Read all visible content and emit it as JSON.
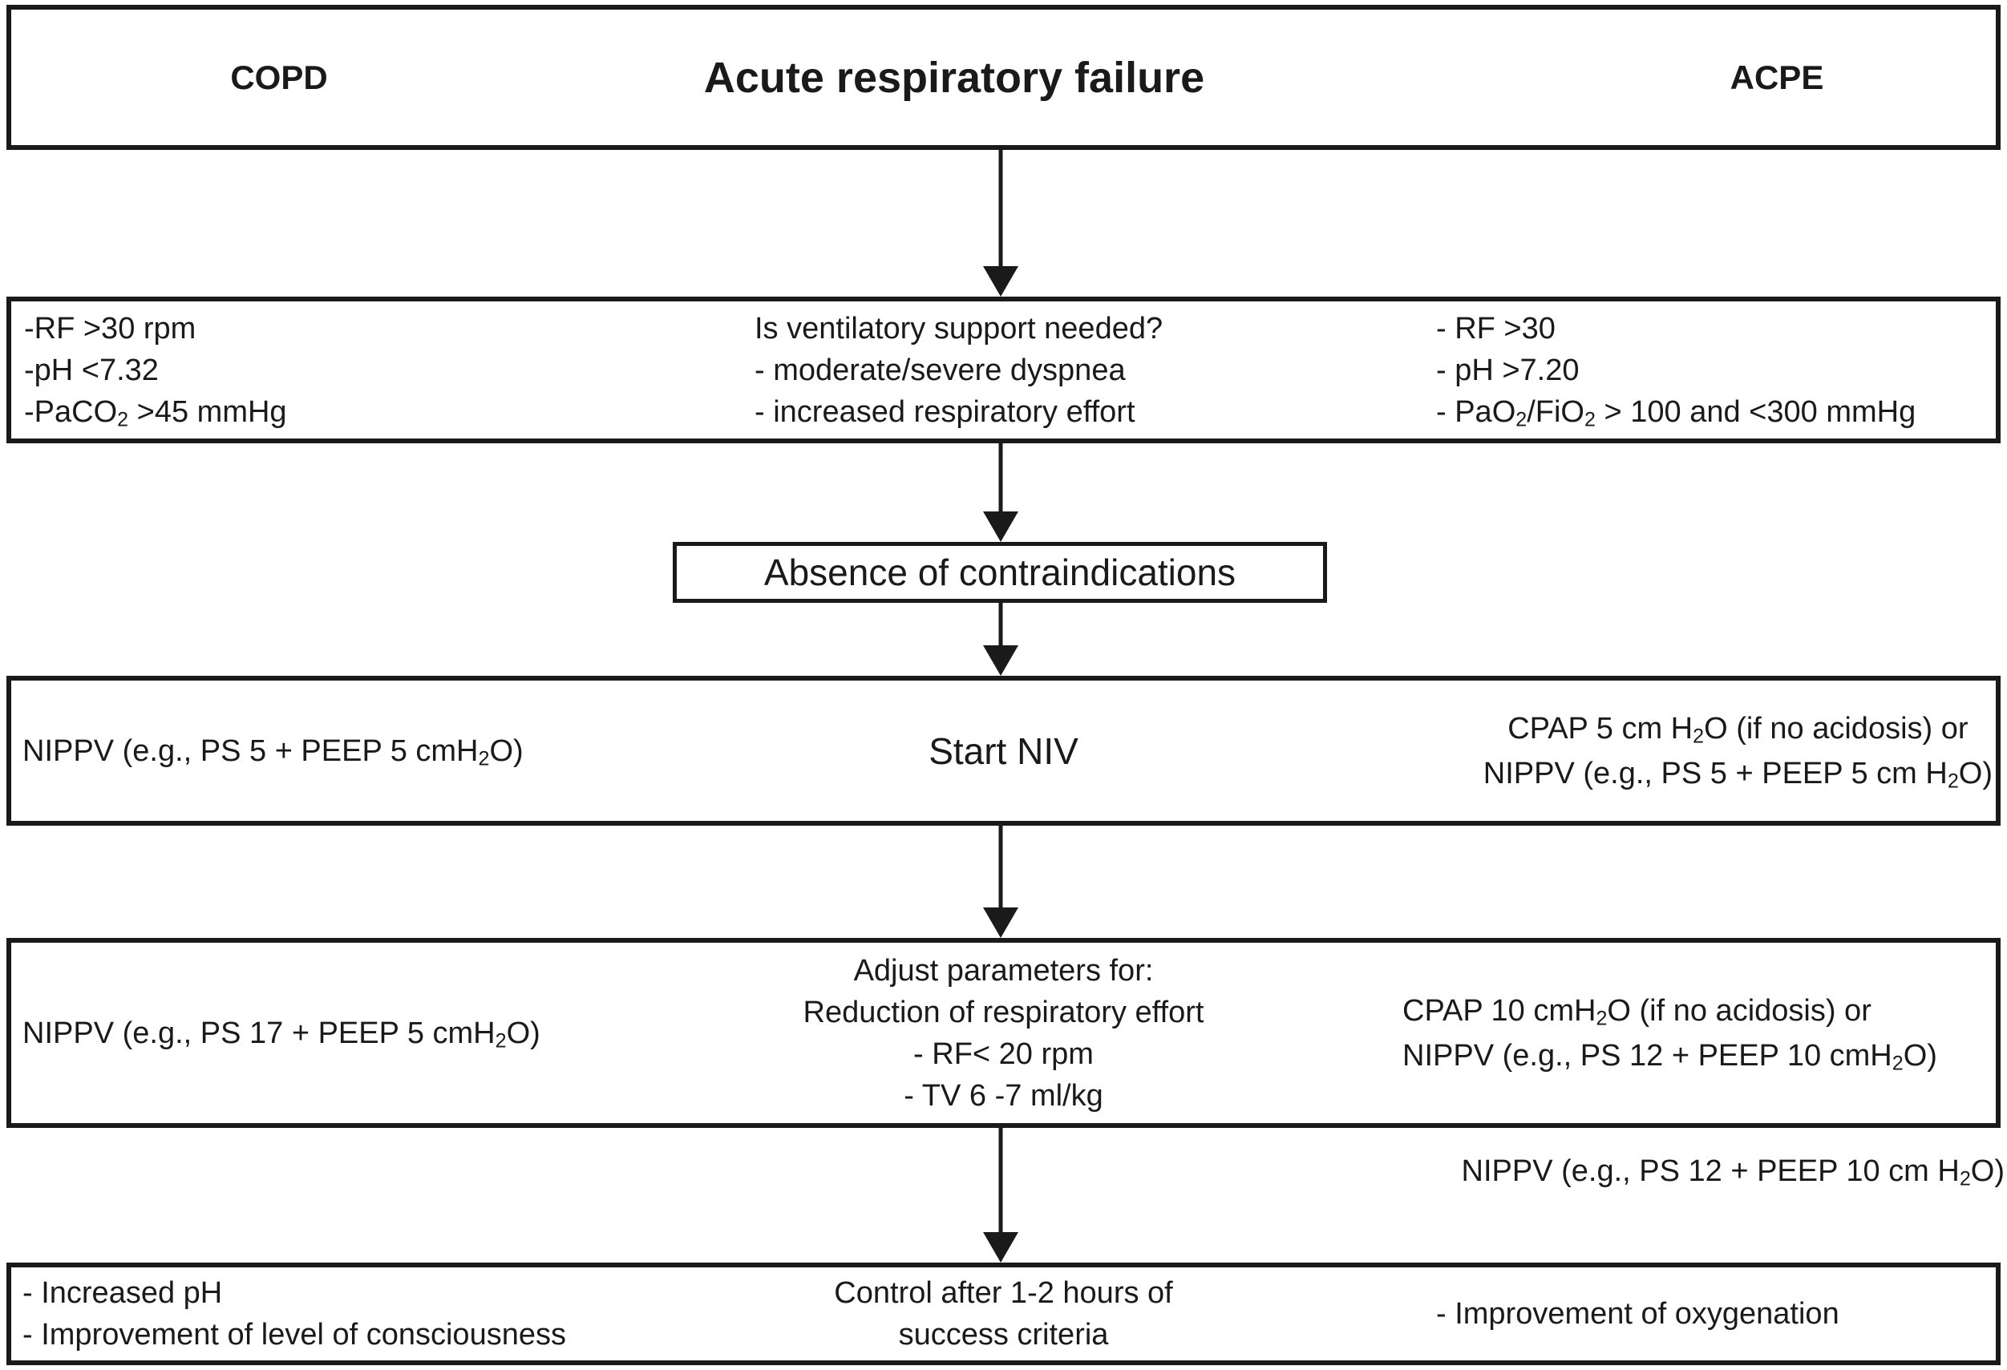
{
  "colors": {
    "background": "#ffffff",
    "line": "#1a1a1a",
    "text": "#1a1a1a"
  },
  "header": {
    "copd_label": "COPD",
    "title": "Acute respiratory failure",
    "acpe_label": "ACPE"
  },
  "assessment": {
    "copd_criteria": [
      "-RF >30 rpm",
      "-pH <7.32",
      "-PaCO₂ >45 mmHg"
    ],
    "central_question": [
      "Is ventilatory support needed?",
      "- moderate/severe dyspnea",
      "- increased respiratory effort"
    ],
    "acpe_criteria": [
      "- RF >30",
      "- pH >7.20",
      "- PaO₂/FiO₂  > 100 and <300 mmHg"
    ]
  },
  "contraindications": {
    "label": "Absence of contraindications"
  },
  "start_niv": {
    "copd_setting": "NIPPV (e.g., PS 5 + PEEP 5 cmH₂O)",
    "center_label": "Start NIV",
    "acpe_settings": [
      "CPAP 5 cm H₂O (if no acidosis) or",
      "NIPPV (e.g., PS 5 + PEEP 5 cm H₂O)"
    ]
  },
  "adjust": {
    "copd_setting": "NIPPV (e.g., PS 17 + PEEP 5 cmH₂O)",
    "center_goals": [
      "Adjust parameters for:",
      "Reduction of respiratory effort",
      "- RF< 20 rpm",
      "- TV 6 -7 ml/kg"
    ],
    "acpe_settings": [
      "CPAP 10 cmH₂O (if no acidosis) or",
      "NIPPV (e.g., PS 12 + PEEP 10 cmH₂O)"
    ]
  },
  "acpe_escalation": "NIPPV (e.g., PS 12 + PEEP 10 cm H₂O)",
  "control": {
    "copd_success": [
      "- Increased pH",
      "- Improvement of level of consciousness"
    ],
    "center_label": [
      "Control after 1-2 hours of",
      "success criteria"
    ],
    "acpe_success": "- Improvement of oxygenation"
  }
}
